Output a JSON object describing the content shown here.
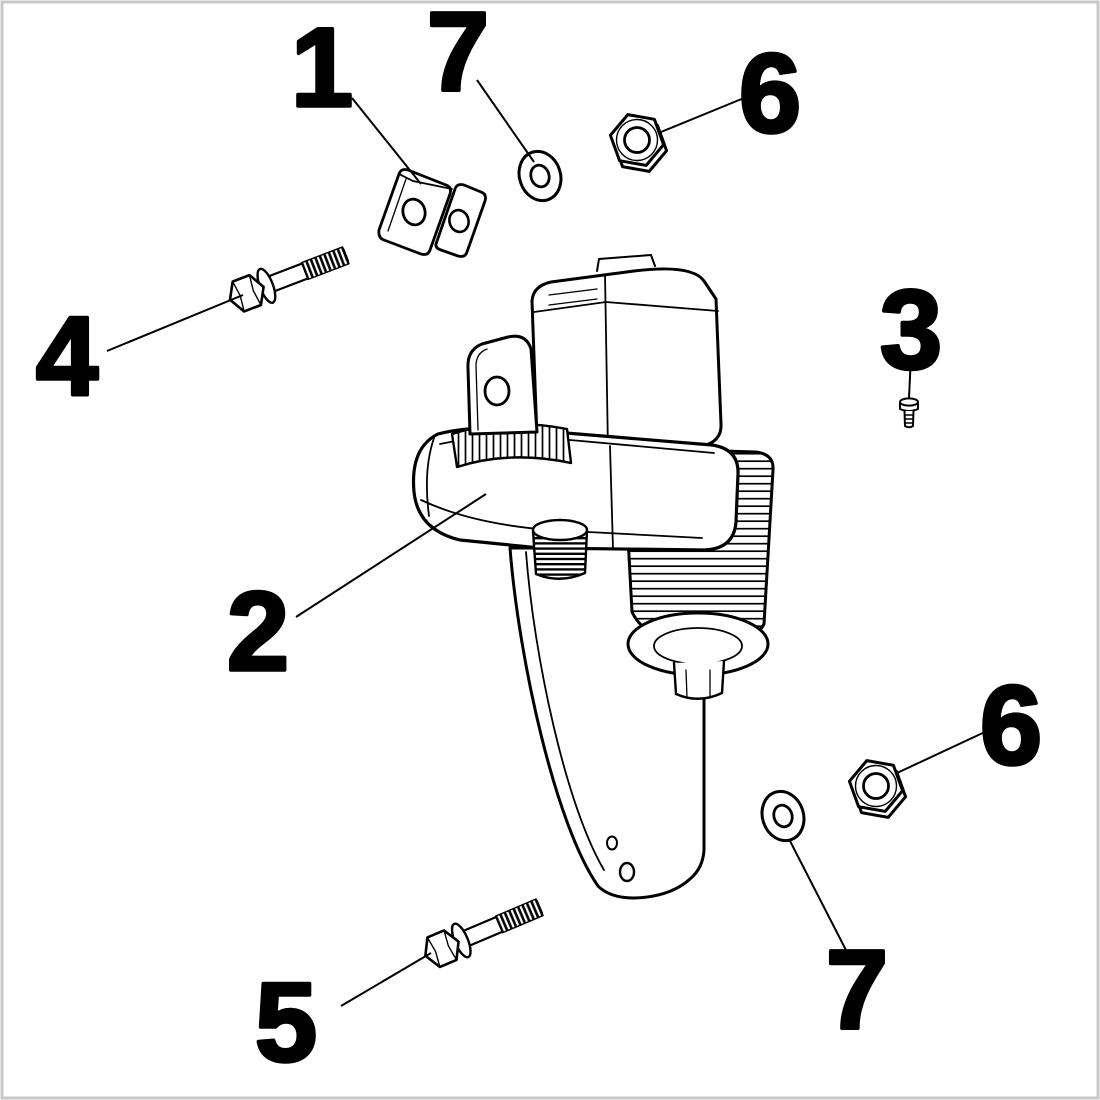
{
  "figure": {
    "type": "exploded-parts-diagram",
    "background": "#ffffff",
    "border_color": "#c8c8c8",
    "line_color": "#000000"
  },
  "callouts": [
    {
      "label": "1",
      "part": "mounting-clamp-bracket"
    },
    {
      "label": "7",
      "part": "flat-washer-upper"
    },
    {
      "label": "6",
      "part": "hex-nut-upper"
    },
    {
      "label": "4",
      "part": "hex-bolt-upper"
    },
    {
      "label": "3",
      "part": "small-flange-screw"
    },
    {
      "label": "2",
      "part": "main-assembly-body"
    },
    {
      "label": "6",
      "part": "hex-nut-lower"
    },
    {
      "label": "7",
      "part": "flat-washer-lower"
    },
    {
      "label": "5",
      "part": "hex-bolt-lower"
    }
  ]
}
